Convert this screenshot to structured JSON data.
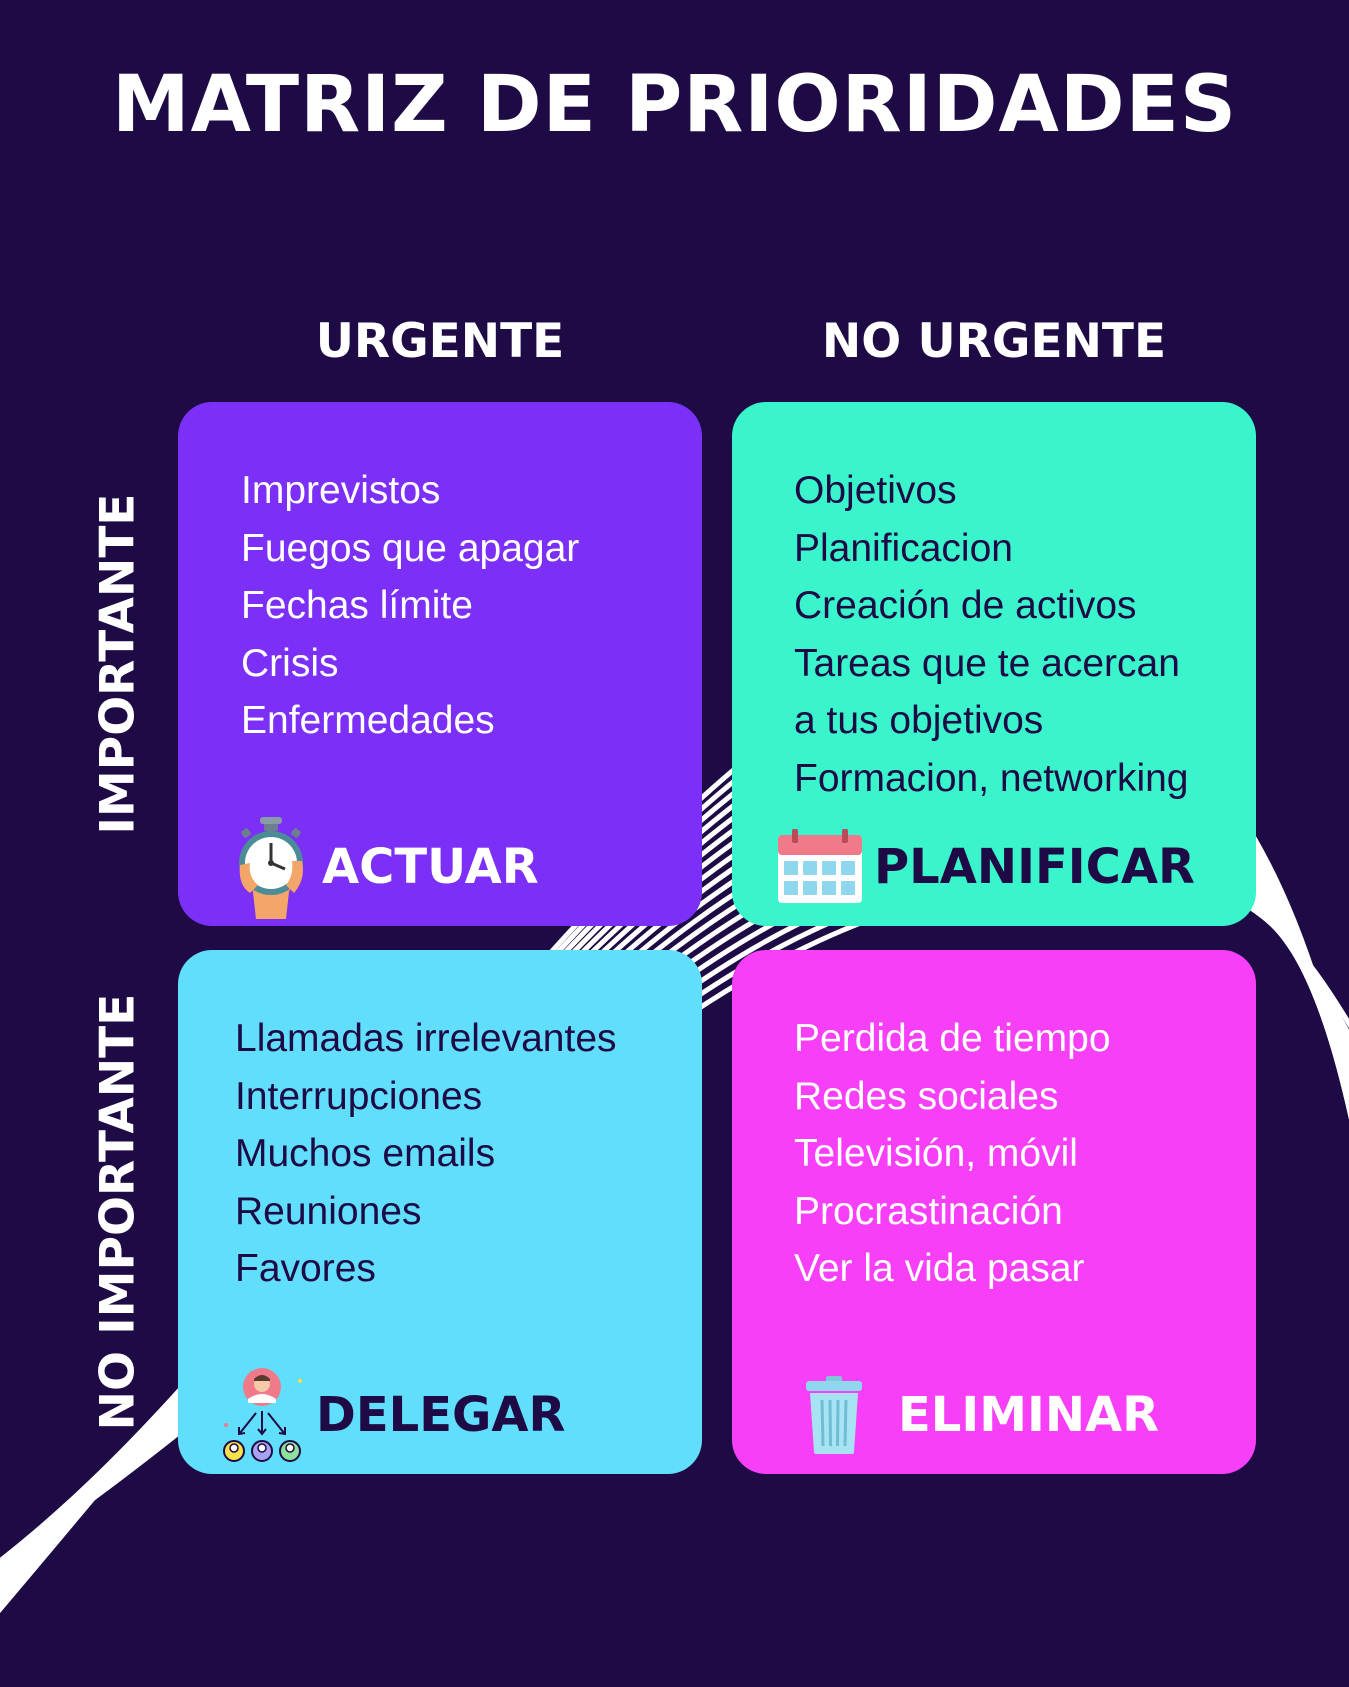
{
  "title": "MATRIZ DE PRIORIDADES",
  "columns": {
    "urgent": "URGENTE",
    "not_urgent": "NO URGENTE"
  },
  "rows": {
    "important": "IMPORTANTE",
    "not_important": "NO IMPORTANTE"
  },
  "quadrants": {
    "actuar": {
      "color": "#7b2ff7",
      "text_color": "#ffffff",
      "items": [
        "Imprevistos",
        "Fuegos que apagar",
        "Fechas límite",
        "Crisis",
        "Enfermedades"
      ],
      "action": "ACTUAR",
      "icon": "stopwatch-icon"
    },
    "planificar": {
      "color": "#3af5cb",
      "text_color": "#1e0b45",
      "items": [
        "Objetivos",
        "Planificacion",
        "Creación de activos",
        "Tareas que te acercan",
        "a tus objetivos",
        "Formacion, networking"
      ],
      "action": "PLANIFICAR",
      "icon": "calendar-icon"
    },
    "delegar": {
      "color": "#60defc",
      "text_color": "#1e0b45",
      "items": [
        "Llamadas irrelevantes",
        "Interrupciones",
        "Muchos emails",
        "Reuniones",
        "Favores"
      ],
      "action": "DELEGAR",
      "icon": "delegate-people-icon"
    },
    "eliminar": {
      "color": "#f63ff7",
      "text_color": "#ffffff",
      "items": [
        "Perdida de tiempo",
        "Redes sociales",
        "Televisión, móvil",
        "Procrastinación",
        "Ver la vida pasar"
      ],
      "action": "ELIMINAR",
      "icon": "trash-can-icon"
    }
  },
  "colors": {
    "background": "#1e0b45",
    "wave_lines": "#ffffff"
  }
}
